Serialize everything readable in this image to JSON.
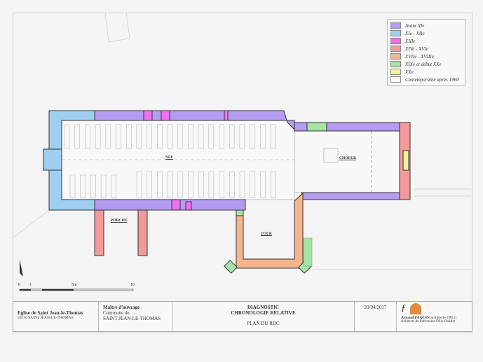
{
  "legend": [
    {
      "label": "Avant XIe",
      "color": "#b49cf0"
    },
    {
      "label": "XIe - XIIe",
      "color": "#9ecff0"
    },
    {
      "label": "XIIIe",
      "color": "#f070f0"
    },
    {
      "label": "XIVe - XVIe",
      "color": "#f29a9a"
    },
    {
      "label": "XVIIe - XVIIIe",
      "color": "#f5b38e"
    },
    {
      "label": "XIXe et début XXe",
      "color": "#a6e3a6"
    },
    {
      "label": "XXe",
      "color": "#f5f29a"
    },
    {
      "label": "Contemporaine après 1960",
      "color": "#f8f8f8"
    }
  ],
  "rooms": {
    "nef": "NEF",
    "choeur": "CHOEUR",
    "porche": "PORCHE",
    "tour": "TOUR"
  },
  "scale": {
    "t0": "0",
    "t1": "1",
    "t5": "5m",
    "t10": "10"
  },
  "titleblock": {
    "church": "Eglise de Saint Jean-le-Thomas",
    "address": "50530 SAINT JEAN-LE-THOMAS",
    "owner_label": "Maître d'ouvrage",
    "owner_line1": "Commune de",
    "owner_line2": "SAINT JEAN-LE-THOMAS",
    "title1": "DIAGNOSTIC",
    "title2": "CHRONOLOGIE RELATIVE",
    "subtitle": "PLAN DU RDC",
    "date": "20/04/2017",
    "architect": "Arnaud PAQUIN",
    "architect_title": "architecte DPLG",
    "architect_line2": "architecte du Patrimoine DSA Chaillot"
  }
}
